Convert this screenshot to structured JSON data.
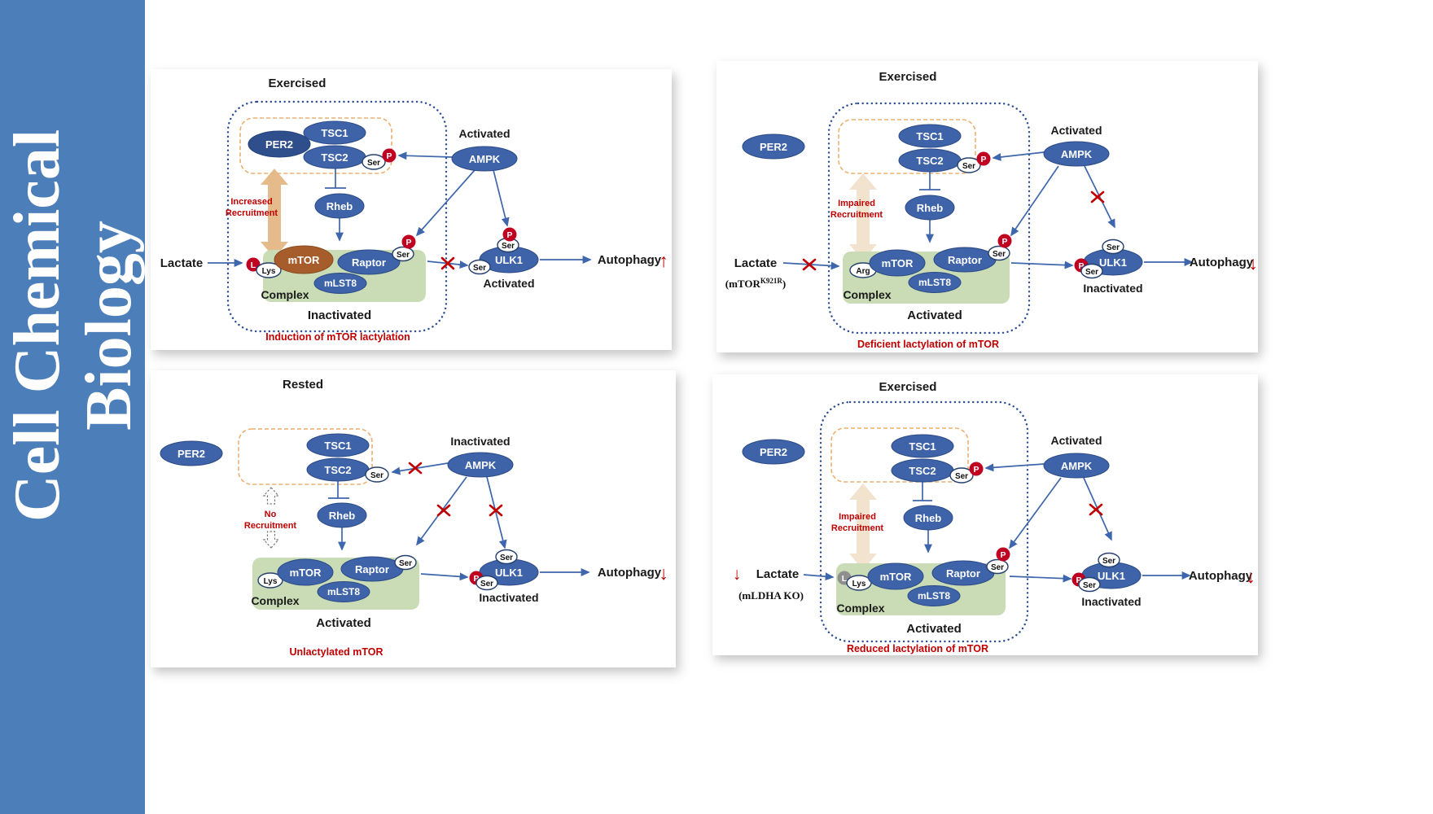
{
  "journal": {
    "line1": "Cell Chemical",
    "line2": "Biology"
  },
  "colors": {
    "sidebar_blue": "#4C7EB9",
    "node_blue": "#3E63A8",
    "per2_dark_blue": "#2F4E8C",
    "mtor_brown": "#A75D2B",
    "complex_green": "#C9DCB6",
    "recruit_tan": "#E2B27C",
    "recruit_tan_faded": "#F2E3CF",
    "phospho_red": "#C00021",
    "accent_red": "#C00000",
    "arrow_blue": "#3E66AC"
  },
  "common": {
    "per2": "PER2",
    "tsc1": "TSC1",
    "tsc2": "TSC2",
    "rheb": "Rheb",
    "mtor": "mTOR",
    "raptor": "Raptor",
    "mlst8": "mLST8",
    "ampk": "AMPK",
    "ulk1": "ULK1",
    "ser": "Ser",
    "p": "P",
    "l": "L",
    "lys": "Lys",
    "arg": "Arg",
    "complex": "Complex",
    "lactate": "Lactate",
    "autophagy": "Autophagy"
  },
  "panel1": {
    "title": "Exercised",
    "ampk_state": "Activated",
    "recruit_line1": "Increased",
    "recruit_line2": "Recruitment",
    "complex_state": "Inactivated",
    "ulk1_state": "Activated",
    "autophagy_direction": "↑",
    "caption": "Induction of mTOR lactylation"
  },
  "panel2": {
    "title": "Exercised",
    "ampk_state": "Activated",
    "recruit_line1": "Impaired",
    "recruit_line2": "Recruitment",
    "complex_state": "Activated",
    "ulk1_state": "Inactivated",
    "autophagy_direction": "↓",
    "lactate_note_pre": "(mTOR",
    "lactate_note_sup": "K921R",
    "lactate_note_post": ")",
    "caption": "Deficient lactylation of mTOR"
  },
  "panel3": {
    "title": "Rested",
    "ampk_state": "Inactivated",
    "recruit_line1": "No",
    "recruit_line2": "Recruitment",
    "complex_state": "Activated",
    "ulk1_state": "Inactivated",
    "autophagy_direction": "↓",
    "caption": "Unlactylated mTOR"
  },
  "panel4": {
    "title": "Exercised",
    "ampk_state": "Activated",
    "recruit_line1": "Impaired",
    "recruit_line2": "Recruitment",
    "complex_state": "Activated",
    "ulk1_state": "Inactivated",
    "autophagy_direction": "↓",
    "lactate_direction": "↓",
    "lactate_note": "(mLDHA KO)",
    "caption": "Reduced lactylation of mTOR"
  }
}
